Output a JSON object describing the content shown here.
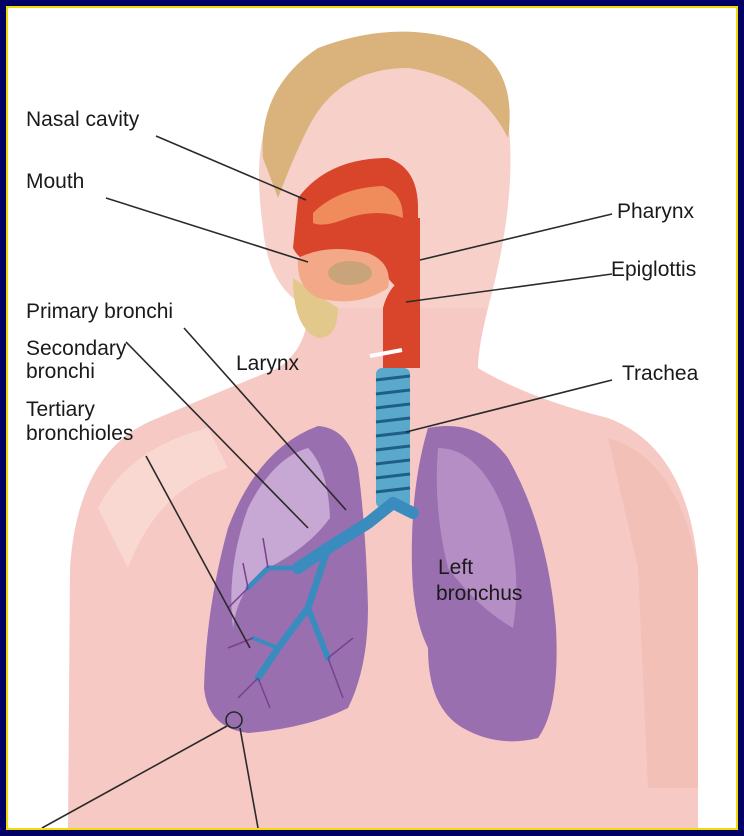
{
  "labels": {
    "nasal_cavity": "Nasal cavity",
    "mouth": "Mouth",
    "pharynx": "Pharynx",
    "epiglottis": "Epiglottis",
    "primary_bronchi": "Primary bronchi",
    "secondary_bronchi_1": "Secondary",
    "secondary_bronchi_2": "bronchi",
    "tertiary_bronchioles_1": "Tertiary",
    "tertiary_bronchioles_2": "bronchioles",
    "larynx": "Larynx",
    "trachea": "Trachea",
    "left_bronchus_1": "Left",
    "left_bronchus_2": "bronchus"
  },
  "colors": {
    "frame": "#000066",
    "border": "#f2dd00",
    "skin": "#f6c9c4",
    "hair": "#d9b27c",
    "lung": "#9a6fb0",
    "lung_light": "#c7a7d3",
    "airway": "#6fb7d6",
    "nasal": "#d9452a"
  }
}
